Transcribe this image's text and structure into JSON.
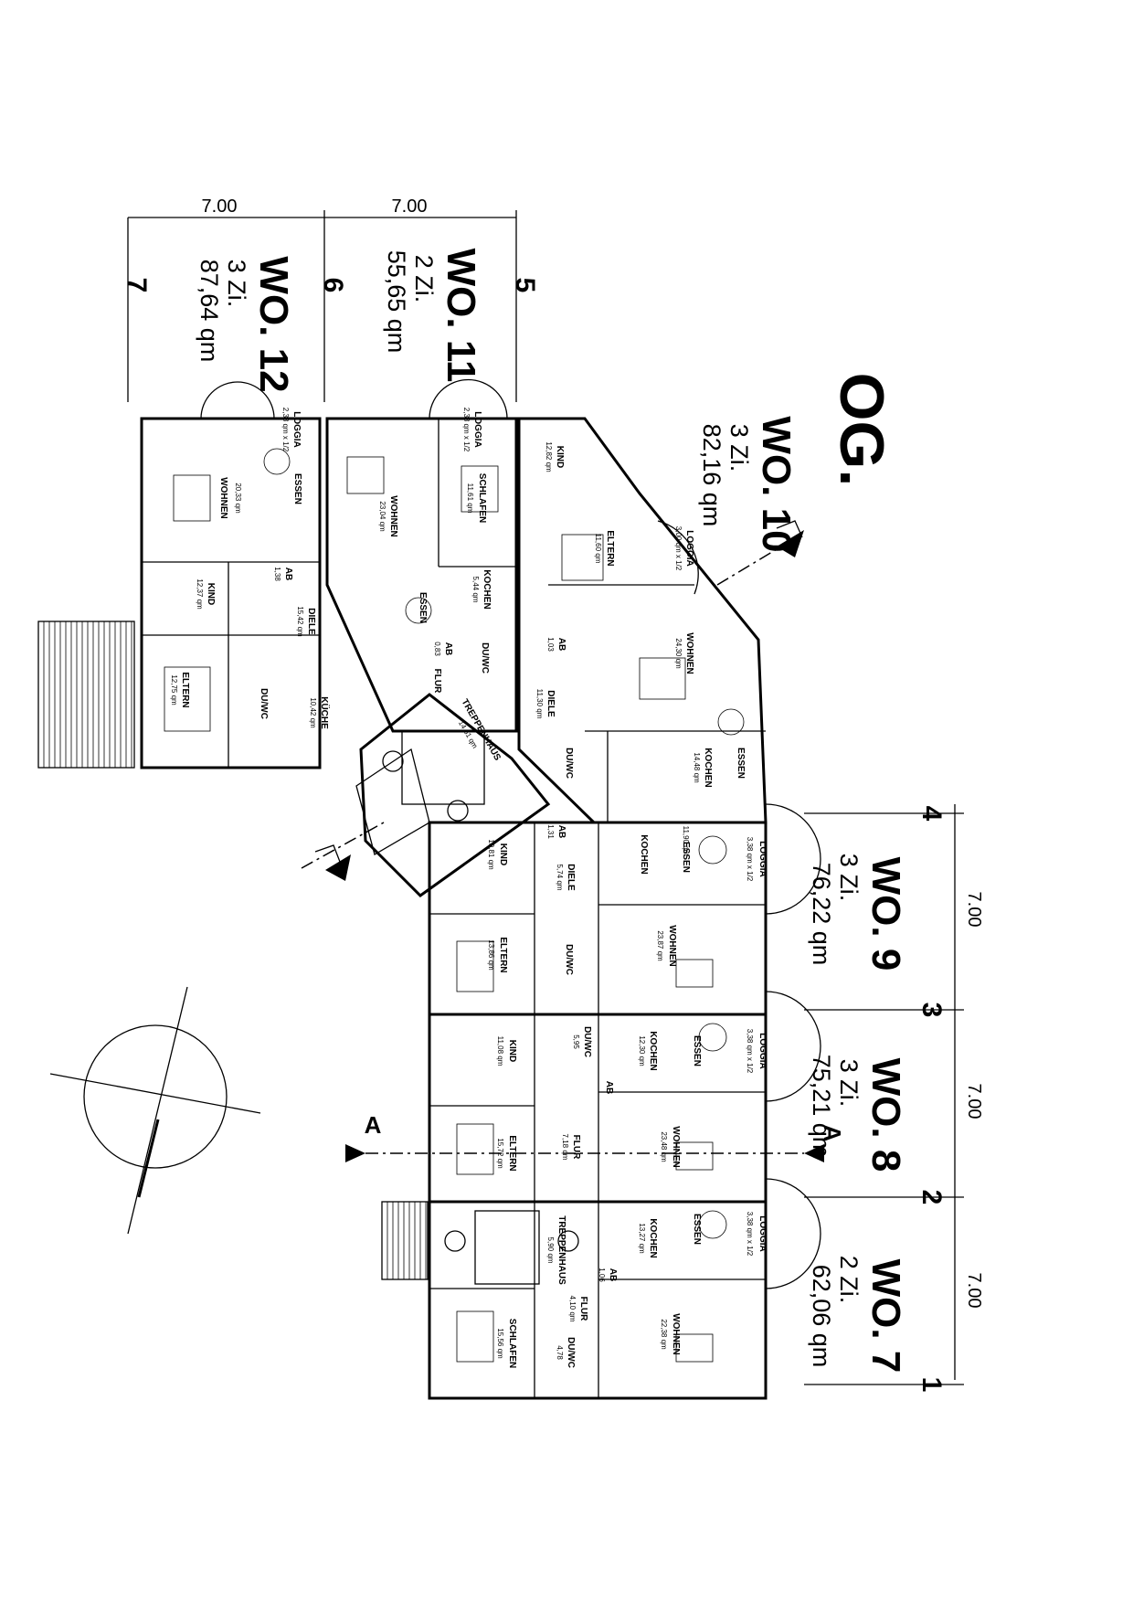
{
  "title": "OG.",
  "dimensions": [
    "7.00",
    "7.00",
    "7.00",
    "7.00",
    "7.00"
  ],
  "axes": [
    "1",
    "2",
    "3",
    "4",
    "5",
    "6",
    "7"
  ],
  "section_marker": "A",
  "units": [
    {
      "id": "wo7",
      "name": "WO. 7",
      "rooms": "2 Zi.",
      "area": "62,06 qm"
    },
    {
      "id": "wo8",
      "name": "WO. 8",
      "rooms": "3 Zi.",
      "area": "75,21 qm"
    },
    {
      "id": "wo9",
      "name": "WO. 9",
      "rooms": "3 Zi.",
      "area": "76,22 qm"
    },
    {
      "id": "wo10",
      "name": "WO. 10",
      "rooms": "3 Zi.",
      "area": "82,16 qm"
    },
    {
      "id": "wo11",
      "name": "WO. 11",
      "rooms": "2 Zi.",
      "area": "55,65 qm"
    },
    {
      "id": "wo12",
      "name": "WO. 12",
      "rooms": "3 Zi.",
      "area": "87,64 qm"
    }
  ],
  "room_labels": {
    "wo7": {
      "loggia": "LOGGIA",
      "loggia_area": "3,38 qm x 1/2",
      "essen": "ESSEN",
      "kochen": "KOCHEN",
      "kochen_area": "13,27 qm",
      "wohnen": "WOHNEN",
      "wohnen_area": "22,38 qm",
      "ab": "AB",
      "ab_area": "1,06",
      "flur": "FLUR",
      "flur_area": "4,10 qm",
      "duwc": "DU/WC",
      "duwc_area": "4,78",
      "schlafen": "SCHLAFEN",
      "schlafen_area": "15,56 qm",
      "treppenhaus": "TREPPENHAUS",
      "treppenhaus_area": "5,90 qm"
    },
    "wo8": {
      "loggia": "LOGGIA",
      "loggia_area": "3,38 qm x 1/2",
      "essen": "ESSEN",
      "kochen": "KOCHEN",
      "kochen_area": "12,30 qm",
      "wohnen": "WOHNEN",
      "wohnen_area": "23,48 qm",
      "ab": "AB",
      "flur": "FLUR",
      "flur_area": "7,18 qm",
      "duwc": "DU/WC",
      "duwc_area": "5,95",
      "kind": "KIND",
      "kind_area": "11,08 qm",
      "eltern": "ELTERN",
      "eltern_area": "15,72 qm"
    },
    "wo9": {
      "loggia": "LOGGIA",
      "loggia_area": "3,38 qm x 1/2",
      "essen": "ESSEN",
      "kochen": "KOCHEN",
      "kochen_area": "11,90 qm",
      "wohnen": "WOHNEN",
      "wohnen_area": "23,87 qm",
      "ab": "AB",
      "ab_area": "1,31",
      "diele": "DIELE",
      "diele_area": "5,74 qm",
      "duwc": "DU/WC",
      "kind": "KIND",
      "kind_area": "10,81 qm",
      "eltern": "ELTERN",
      "eltern_area": "13,86 qm"
    },
    "wo10": {
      "loggia": "LOGGIA",
      "loggia_area": "3,00 qm x 1/2",
      "eltern": "ELTERN",
      "eltern_area": "11,60 qm",
      "kind": "KIND",
      "kind_area": "12,82 qm",
      "wohnen": "WOHNEN",
      "wohnen_area": "24,30 qm",
      "essen": "ESSEN",
      "kochen": "KOCHEN",
      "kochen_area": "14,48 qm",
      "diele": "DIELE",
      "diele_area": "11,30 qm",
      "ab": "AB",
      "ab_area": "1,03",
      "duwc": "DU/WC"
    },
    "wo11": {
      "loggia": "LOGGIA",
      "loggia_area": "2,38 qm x 1/2",
      "schlafen": "SCHLAFEN",
      "schlafen_area": "11,61 qm",
      "wohnen": "WOHNEN",
      "wohnen_area": "23,04 qm",
      "kochen": "KOCHEN",
      "kochen_area": "5,44 qm",
      "essen": "ESSEN",
      "ab": "AB",
      "ab_area": "0,83",
      "flur": "FLUR",
      "duwc": "DU/WC",
      "treppenhaus": "TREPPENHAUS",
      "treppenhaus_area": "14,61 qm"
    },
    "wo12": {
      "loggia": "LOGGIA",
      "loggia_area": "2,38 qm x 1/2",
      "essen": "ESSEN",
      "wohnen": "WOHNEN",
      "wohnen_area": "20,33 qm",
      "kind": "KIND",
      "kind_area": "12,37 qm",
      "ab": "AB",
      "ab_area": "1,38",
      "diele": "DIELE",
      "diele_area": "15,42 qm",
      "eltern": "ELTERN",
      "eltern_area": "12,75 qm",
      "kueche": "KÜCHE",
      "kueche_area": "10,42 qm",
      "duwc": "DU/WC"
    }
  }
}
